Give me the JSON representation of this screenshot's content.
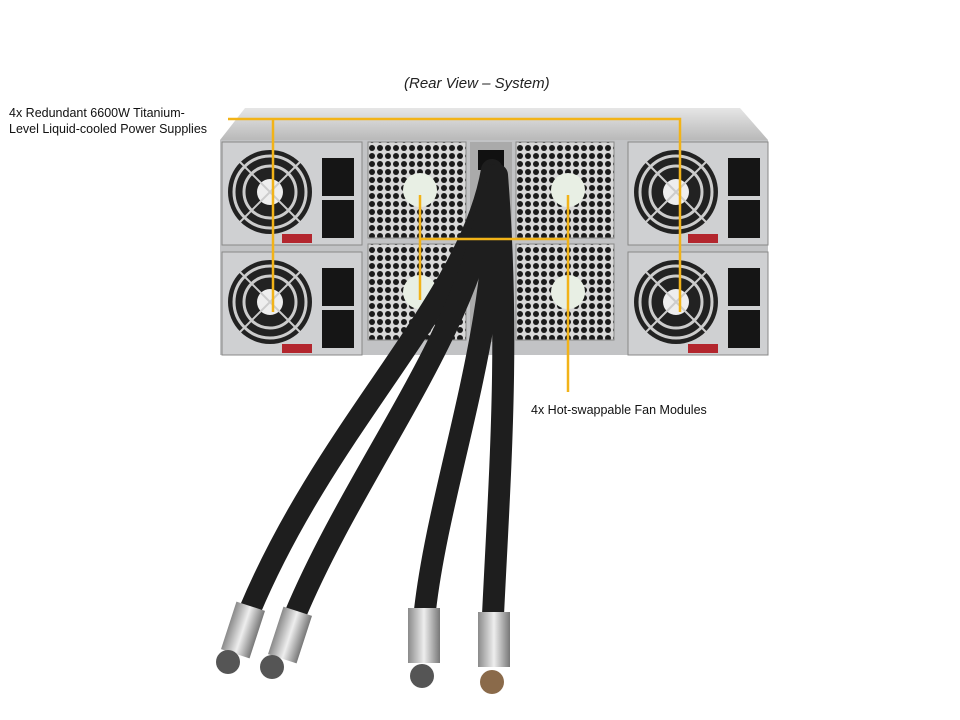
{
  "title": "(Rear View – System)",
  "callouts": {
    "psu": {
      "line1": "4x Redundant 6600W Titanium-",
      "line2": "Level Liquid-cooled Power Supplies"
    },
    "fans": {
      "label": "4x Hot-swappable Fan Modules"
    }
  },
  "colors": {
    "callout_line": "#f2b318",
    "chassis": "#c9cacc",
    "hose": "#1e1e1e"
  }
}
